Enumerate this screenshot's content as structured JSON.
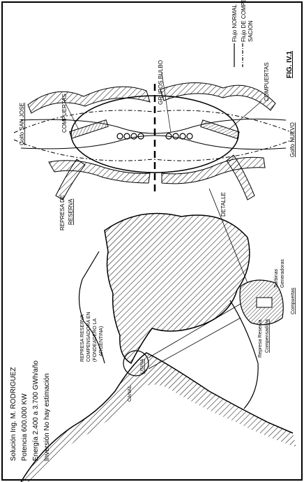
{
  "figure_label": "FIG. IV.1",
  "info": {
    "solution": "Solución Ing. M. RODRIGUEZ",
    "power": "Potencia 600.000 KW",
    "energy": "Energía 2.400 a 3.700 GWh/año",
    "investment": "Inversión No hay estimación"
  },
  "legend": {
    "normal_flow": "Flujo NORMAL",
    "comp_flow_line1": "Flujo DE COMPEN-",
    "comp_flow_line2": "SACION"
  },
  "detail_labels": {
    "gates_top": "COMPUERTAS",
    "gates_bottom": "COMPUERTAS",
    "bulb_groups": "GRUPOS BULBO",
    "gulf_san_jose": "Golfo SAN JOSE",
    "gulf_nuevo": "Golfo NUEVO",
    "reserve_dam_line1": "REPRESA DE",
    "reserve_dam_line2": "RESERVA",
    "detail": "DETALLE"
  },
  "map_labels": {
    "reservoir_line1": "REPRESA RESERVA",
    "reservoir_line2": "COMPENSADORA EN",
    "reservoir_line3": "(FONDEADERO LA",
    "reservoir_line4": "ARGENTINA)",
    "canal": "CANAL",
    "usina": "USINA",
    "inset_dam_line1": "Represa Reserva",
    "inset_dam_line2": "Compensadora",
    "turbines_line1": "Turbinas",
    "turbines_line2": "Generadoras",
    "inset_gates": "Compuertas"
  }
}
